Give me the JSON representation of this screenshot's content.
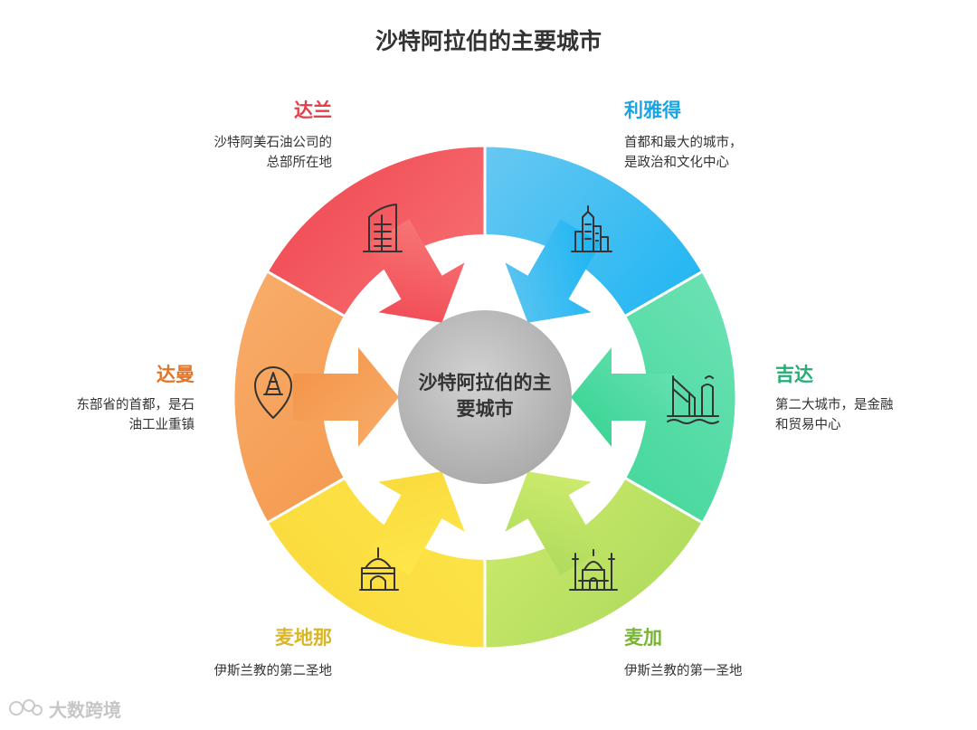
{
  "title": "沙特阿拉伯的主要城市",
  "center_label_lines": [
    "沙特阿拉伯的主",
    "要城市"
  ],
  "cities": [
    {
      "name": "达兰",
      "desc_lines": [
        "沙特阿美石油公司的",
        "总部所在地"
      ],
      "color": "#d9434b",
      "icon": "skyscraper-icon"
    },
    {
      "name": "利雅得",
      "desc_lines": [
        "首都和最大的城市，",
        "是政治和文化中心"
      ],
      "color": "#2ba4e0",
      "icon": "city-skyline-icon"
    },
    {
      "name": "吉达",
      "desc_lines": [
        "第二大城市，是金融",
        "和贸易中心"
      ],
      "color": "#2fb07a",
      "icon": "port-crane-icon"
    },
    {
      "name": "麦加",
      "desc_lines": [
        "伊斯兰教的第一圣地"
      ],
      "color": "#7fb83a",
      "icon": "mosque-icon"
    },
    {
      "name": "麦地那",
      "desc_lines": [
        "伊斯兰教的第二圣地"
      ],
      "color": "#d4b52a",
      "icon": "gate-icon"
    },
    {
      "name": "达曼",
      "desc_lines": [
        "东部省的首都，是石",
        "油工业重镇"
      ],
      "color": "#e07b2f",
      "icon": "oil-rig-location-icon"
    }
  ],
  "watermark": "大数跨境"
}
